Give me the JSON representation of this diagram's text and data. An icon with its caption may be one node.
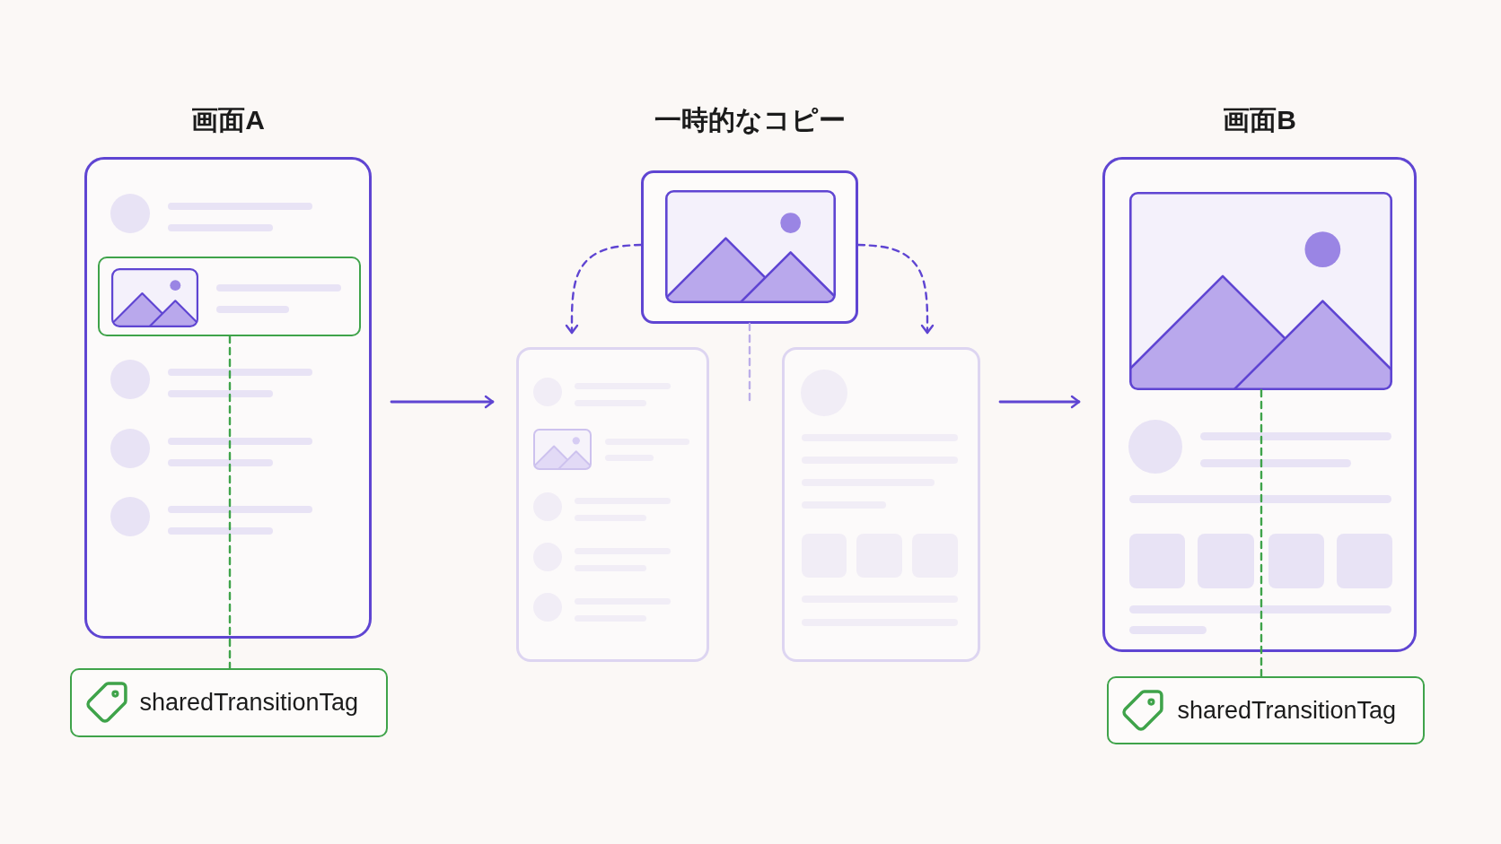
{
  "diagram": {
    "nodes": [
      {
        "text": [
          "画面A"
        ]
      },
      {
        "text": [],
        "shape": "box",
        "in": 0
      },
      {
        "text": [
          "sharedTransitionTag"
        ]
      },
      {
        "text": [
          "一時的なコピー"
        ]
      },
      {
        "text": [],
        "shape": "box"
      },
      {
        "text": [],
        "shape": "box"
      },
      {
        "text": [
          "画面B"
        ]
      },
      {
        "text": [],
        "shape": "picture",
        "in": 6
      },
      {
        "text": [
          "sharedTransitionTag"
        ]
      }
    ],
    "edges": [
      {
        "from": 1,
        "to": 2,
        "arrow": "none",
        "style": "dashed",
        "color": "#3fa34a"
      },
      {
        "from": 0,
        "to": 4,
        "arrow": "to"
      },
      {
        "from": 3,
        "to": 4,
        "arrow": "to",
        "style": "dashed"
      },
      {
        "from": 3,
        "to": 5,
        "arrow": "to",
        "style": "dashed"
      },
      {
        "from": 3,
        "to": null,
        "arrow": "none",
        "style": "dashed",
        "color": "#bcaee8"
      },
      {
        "from": 5,
        "to": 6,
        "arrow": "to"
      },
      {
        "from": 7,
        "to": 8,
        "arrow": "none",
        "style": "dashed",
        "color": "#3fa34a"
      }
    ]
  }
}
